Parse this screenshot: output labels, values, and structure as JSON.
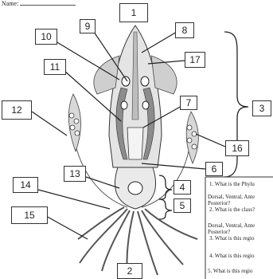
{
  "header": {
    "name_label": "Name:"
  },
  "labels": [
    "1",
    "2",
    "3",
    "4",
    "5",
    "6",
    "7",
    "8",
    "9",
    "10",
    "11",
    "12",
    "13",
    "14",
    "15",
    "16",
    "17"
  ],
  "questions": [
    {
      "number": "1.",
      "text": "What is the Phylu"
    },
    {
      "text": "Dorsal, Ventral, Ante"
    },
    {
      "text": "Posterior?"
    },
    {
      "number": "2.",
      "text": "What is the class?"
    },
    {
      "text": "Dorsal, Ventral, Ante"
    },
    {
      "text": "Posterior?"
    },
    {
      "number": "3.",
      "text": "What is this regio"
    },
    {
      "number": "4.",
      "text": "What is this regio"
    },
    {
      "number": "5.",
      "text": "What is this regio"
    }
  ],
  "colors": {
    "ink": "#222222",
    "line": "#333333",
    "shade": "#9a9a9a",
    "background": "#ffffff"
  }
}
